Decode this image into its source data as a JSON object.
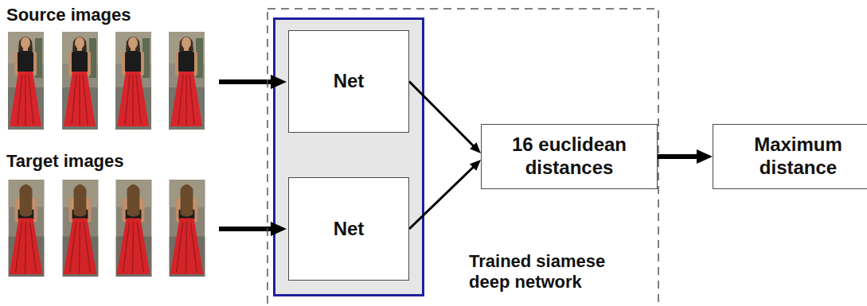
{
  "diagram": {
    "nodes": [
      {
        "text": [
          "Trained siamese deep network"
        ]
      },
      {
        "text": [
          "Net"
        ],
        "in": 0
      },
      {
        "text": [
          "Net"
        ],
        "in": 0
      },
      {
        "text": [
          "16 euclidean distances"
        ]
      },
      {
        "text": [
          "Maximum distance"
        ]
      }
    ],
    "edges": [
      {
        "from": 1,
        "to": 3,
        "arrow": "to"
      },
      {
        "from": 2,
        "to": 3,
        "arrow": "to"
      },
      {
        "from": 3,
        "to": 4,
        "arrow": "to"
      }
    ],
    "labels": [
      "Source images",
      "Target images"
    ]
  }
}
